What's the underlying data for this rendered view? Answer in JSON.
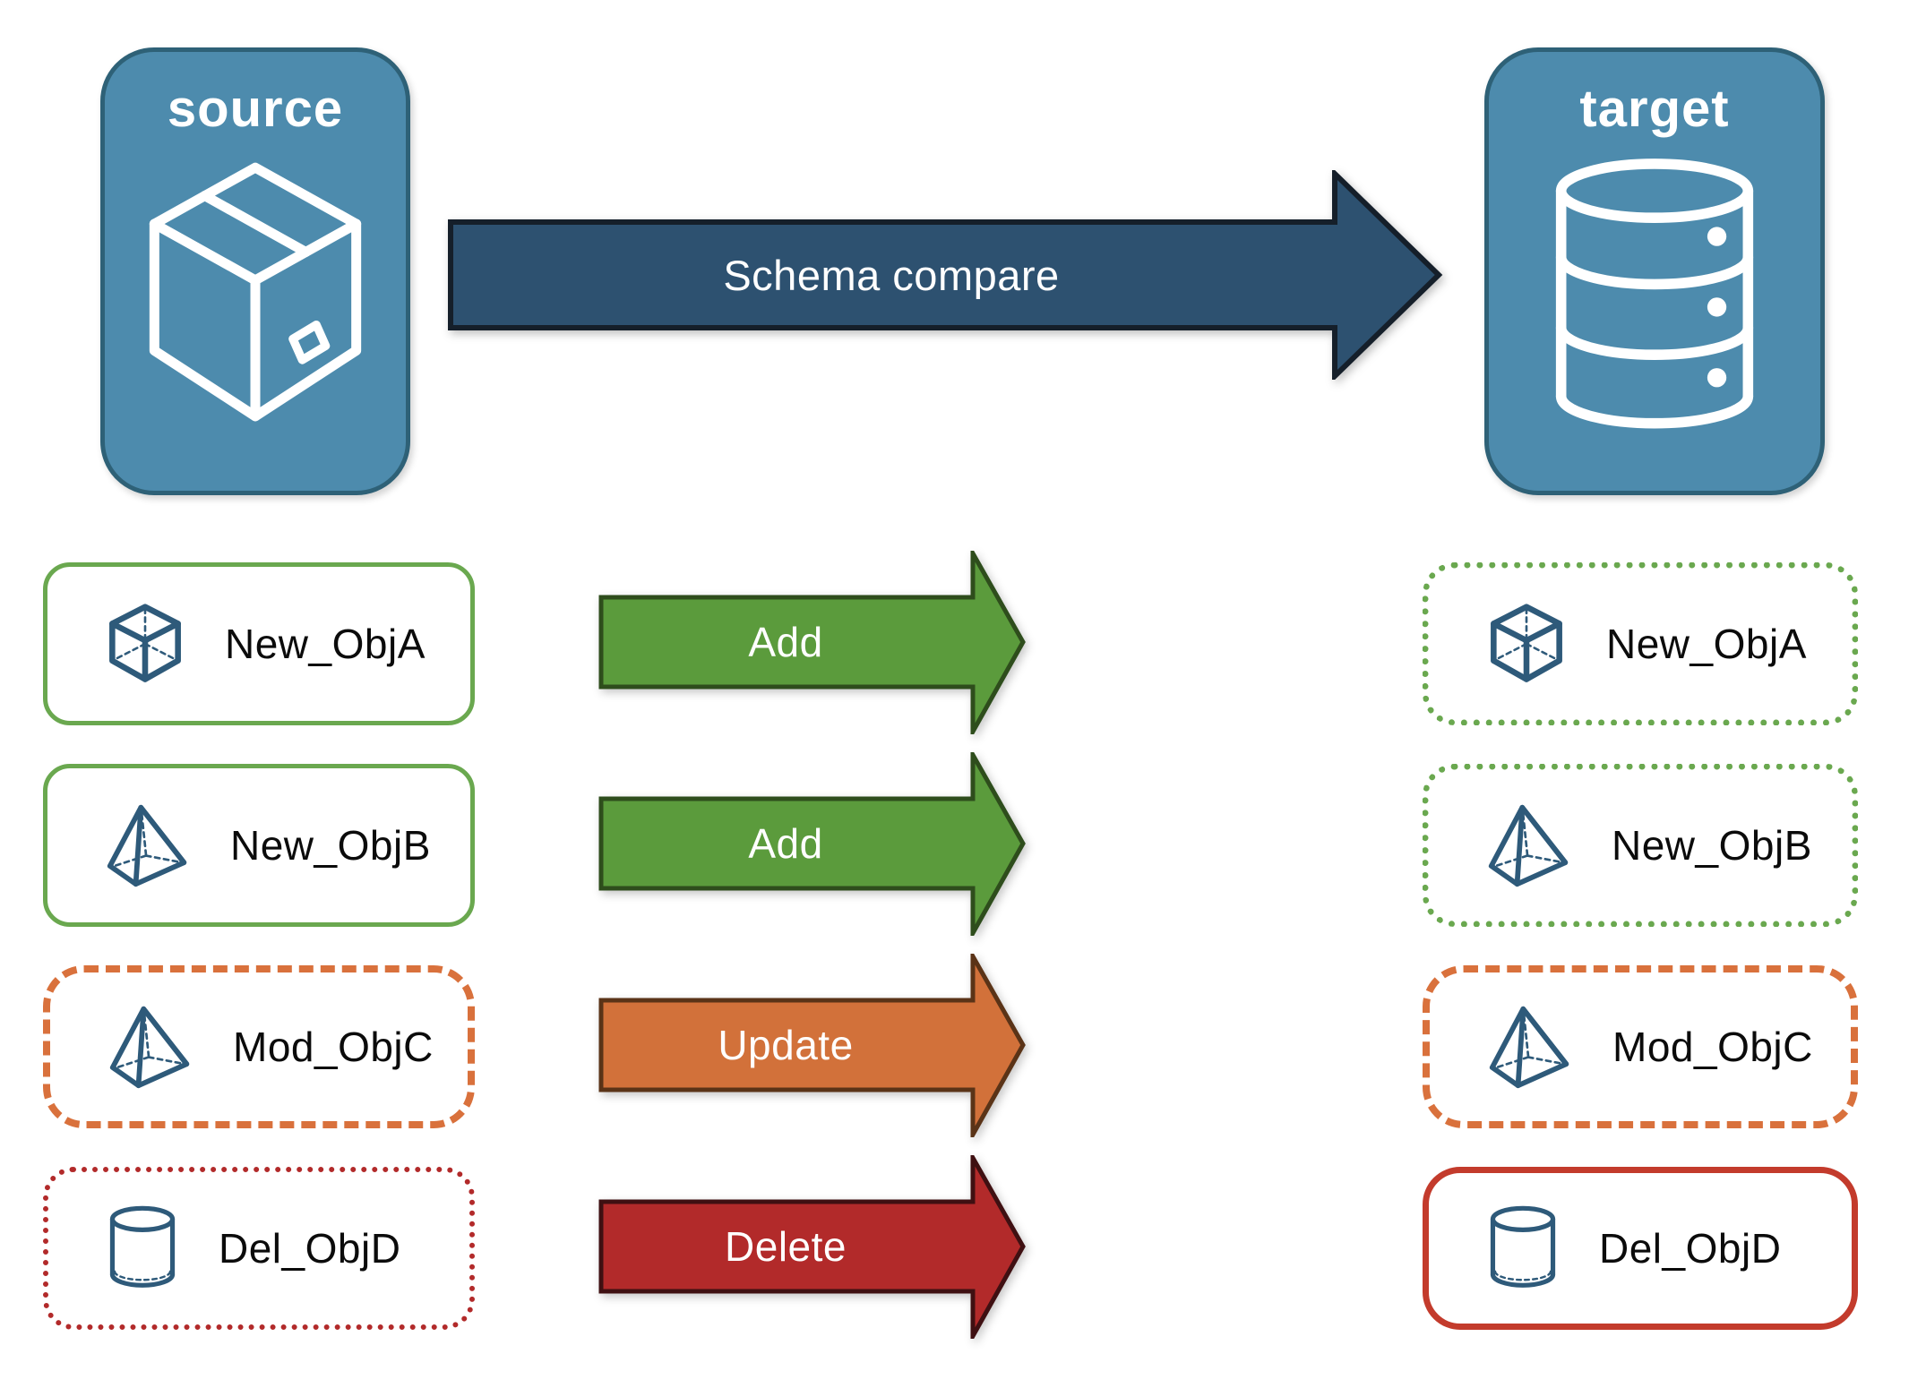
{
  "colors": {
    "background": "#ffffff",
    "card_fill": "#4d8bad",
    "card_border": "#2e6177",
    "card_text": "#ffffff",
    "compare_fill": "#2d5170",
    "compare_border": "#151f2a",
    "add_fill": "#5b9b3c",
    "add_border": "#2e4d1c",
    "update_fill": "#d2713a",
    "update_border": "#5a3317",
    "delete_fill": "#b22a2a",
    "delete_border": "#3f1012",
    "green_outline": "#6aa84f",
    "orange_outline": "#d9713c",
    "red_dotted_outline": "#b22a2a",
    "red_solid_outline": "#c33b2c",
    "icon_stroke": "#2e5a7a",
    "label_text": "#0b0b0b"
  },
  "cards": {
    "source": {
      "label": "source",
      "icon": "package-icon"
    },
    "target": {
      "label": "target",
      "icon": "database-icon"
    }
  },
  "compare_arrow": {
    "label": "Schema compare"
  },
  "rows": [
    {
      "object": "New_ObjA",
      "icon": "cube-icon",
      "action": "Add",
      "action_style": "add",
      "source_style": "solid-green",
      "target_style": "dotted-green"
    },
    {
      "object": "New_ObjB",
      "icon": "pyramid-icon",
      "action": "Add",
      "action_style": "add",
      "source_style": "solid-green",
      "target_style": "dotted-green"
    },
    {
      "object": "Mod_ObjC",
      "icon": "pyramid-icon",
      "action": "Update",
      "action_style": "update",
      "source_style": "dashed-orange",
      "target_style": "dashed-orange"
    },
    {
      "object": "Del_ObjD",
      "icon": "cylinder-icon",
      "action": "Delete",
      "action_style": "delete",
      "source_style": "dotted-red",
      "target_style": "solid-red"
    }
  ]
}
